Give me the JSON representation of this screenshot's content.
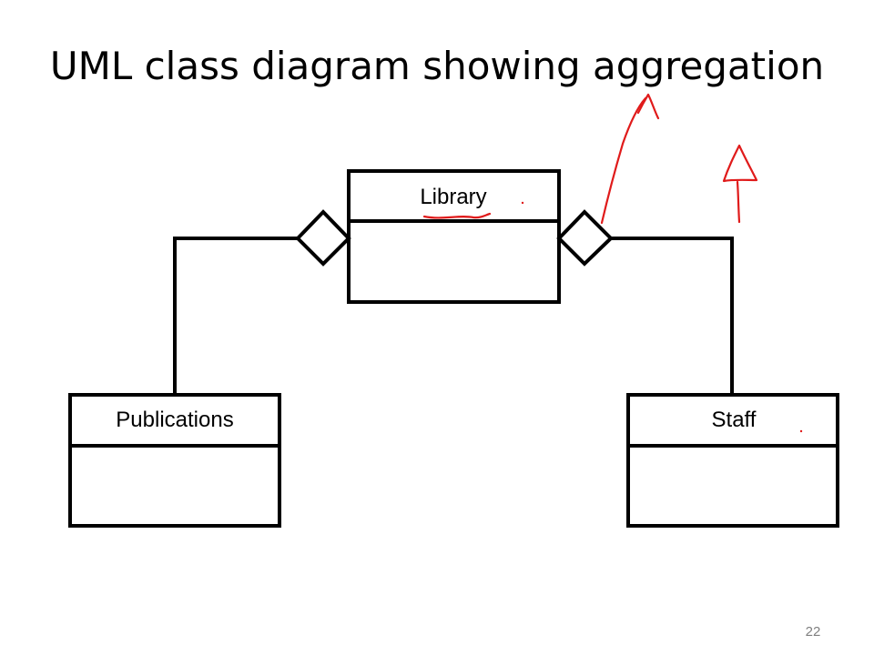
{
  "slide": {
    "title": "UML class diagram showing aggregation",
    "page_number": "22"
  },
  "diagram": {
    "classes": [
      {
        "id": "library",
        "name": "Library"
      },
      {
        "id": "publications",
        "name": "Publications"
      },
      {
        "id": "staff",
        "name": "Staff"
      }
    ],
    "relationships": [
      {
        "type": "aggregation",
        "whole": "Library",
        "part": "Publications"
      },
      {
        "type": "aggregation",
        "whole": "Library",
        "part": "Staff"
      }
    ]
  },
  "colors": {
    "annotation_ink": "#e01b1b",
    "line": "#000000",
    "page_number": "#7f7f7f"
  }
}
